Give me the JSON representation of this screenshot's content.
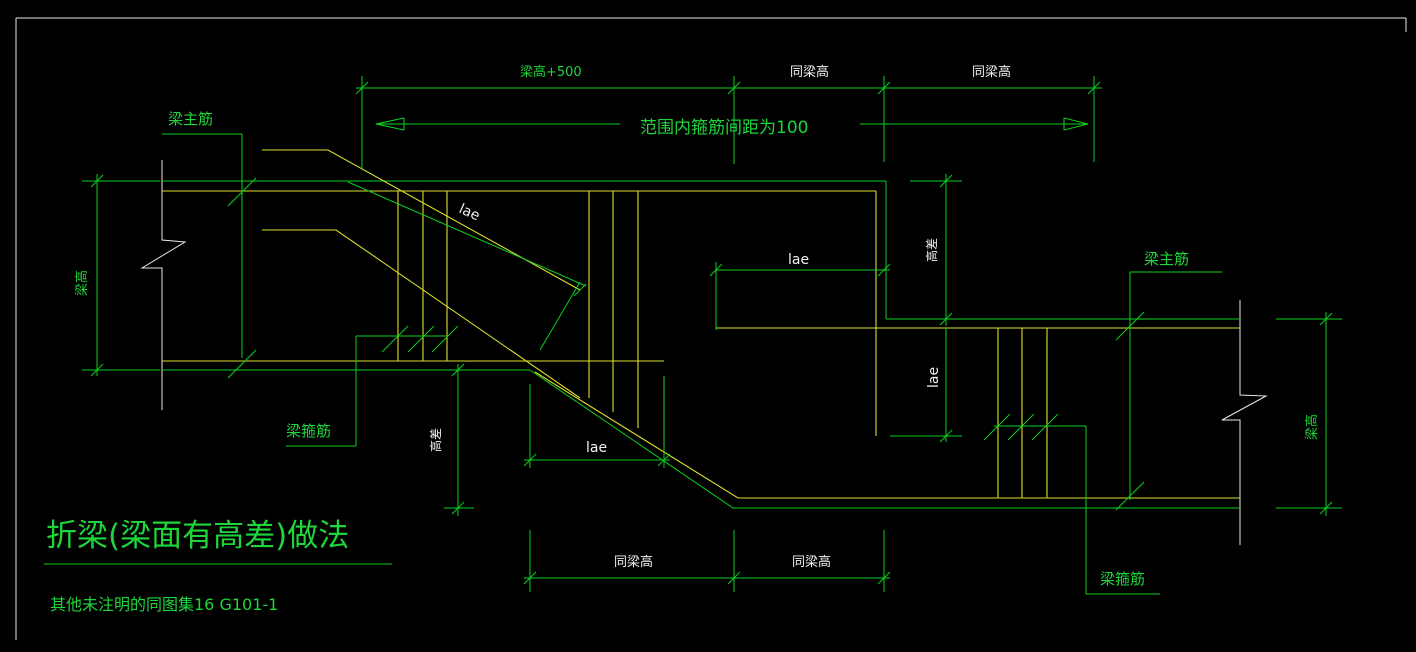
{
  "colors": {
    "background": "#000000",
    "dimension": "#0cd11f",
    "rebar": "#dede2a",
    "frame": "#e8e8e8",
    "text_green": "#1ed63a",
    "text_white": "#f2f2f2"
  },
  "title": {
    "main": "折梁(梁面有高差)做法",
    "note": "其他未注明的同图集16 G101-1"
  },
  "dimensions": {
    "top_1": "梁高+500",
    "top_2": "同梁高",
    "top_3": "同梁高",
    "range_note": "范围内箍筋间距为100",
    "bottom_1": "同梁高",
    "bottom_2": "同梁高",
    "left_height": "梁高",
    "right_height": "梁高",
    "height_diff_1": "高差",
    "height_diff_2": "高差"
  },
  "labels": {
    "main_bar_left": "梁主筋",
    "main_bar_right": "梁主筋",
    "stirrup_left": "梁箍筋",
    "stirrup_right": "梁箍筋",
    "lae_diagonal": "lae",
    "lae_middle": "lae",
    "lae_bottom": "lae",
    "lae_vertical": "lae"
  }
}
